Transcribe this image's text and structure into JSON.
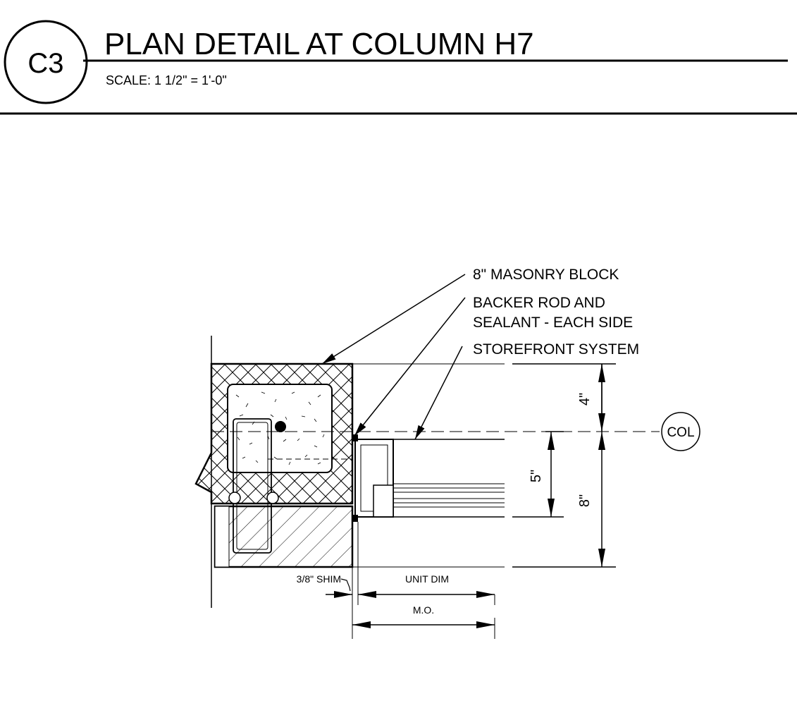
{
  "title_block": {
    "detail_id": "C3",
    "title": "PLAN DETAIL AT COLUMN H7",
    "scale": "SCALE:  1 1/2\" = 1'-0\""
  },
  "callouts": {
    "masonry": "8\" MASONRY BLOCK",
    "backer_line1": "BACKER ROD AND",
    "backer_line2": "SEALANT - EACH SIDE",
    "storefront": "STOREFRONT SYSTEM",
    "shim": "3/8\" SHIM"
  },
  "dimensions": {
    "dim_4": "4\"",
    "dim_5": "5\"",
    "dim_8": "8\"",
    "unit_dim": "UNIT DIM",
    "mo": "M.O."
  },
  "grid_bubble": {
    "label": "COL"
  },
  "colors": {
    "ink": "#000000",
    "paper": "#ffffff"
  }
}
